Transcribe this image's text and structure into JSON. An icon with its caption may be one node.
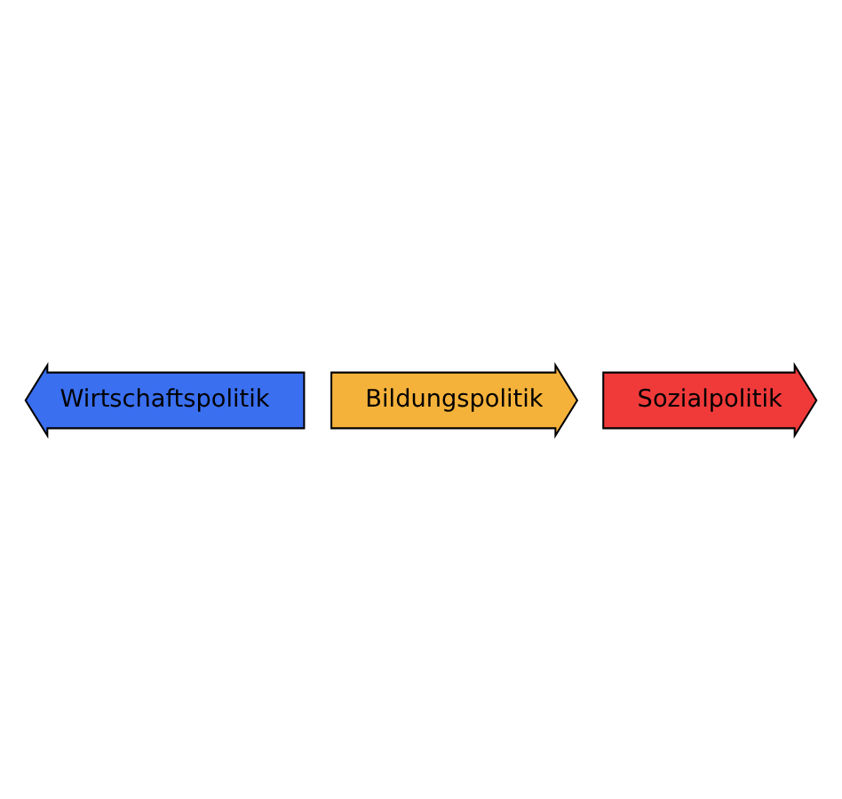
{
  "diagram": {
    "nodes": [
      {
        "text": [
          "Wirtschaftspolitik"
        ]
      },
      {
        "text": [
          "Bildungspolitik"
        ]
      },
      {
        "text": [
          "Sozialpolitik"
        ]
      }
    ]
  }
}
